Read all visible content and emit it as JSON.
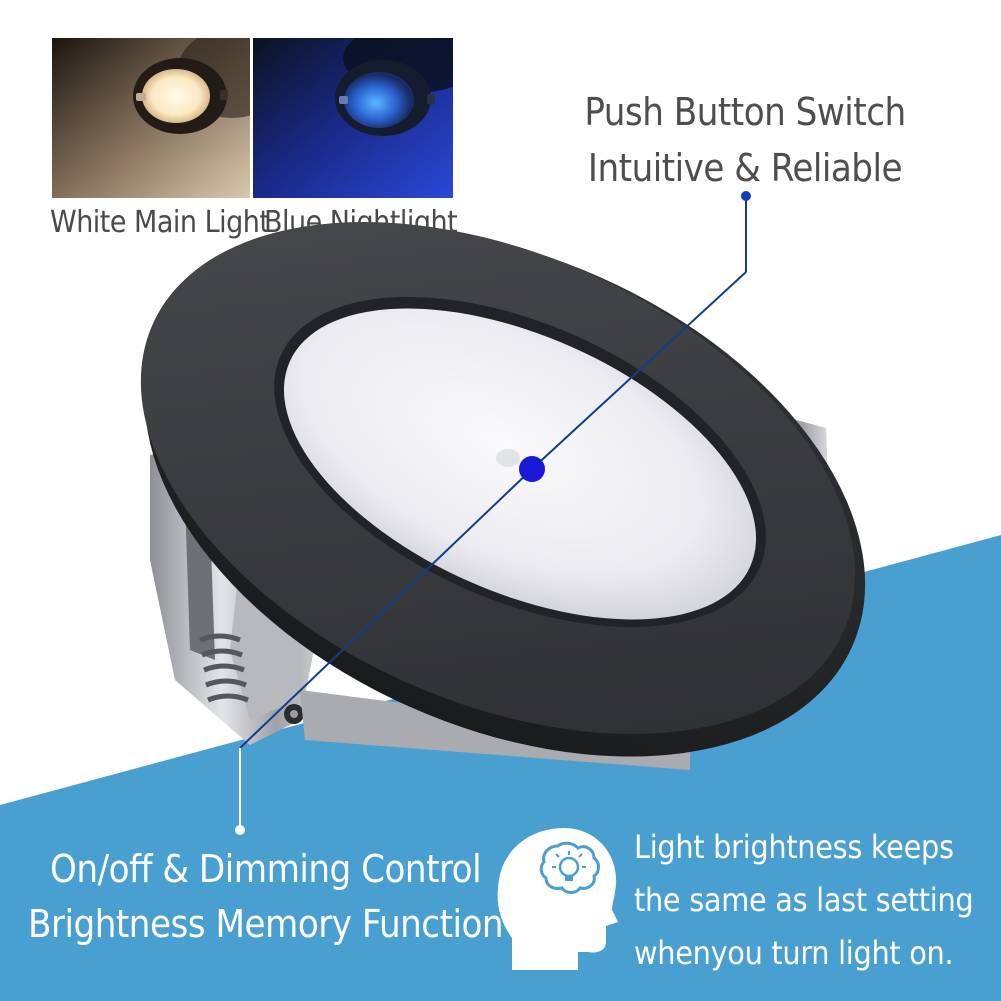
{
  "thumbnails": {
    "white_label": "White Main Light",
    "blue_label": "Blue Nightlight"
  },
  "callout_top": {
    "line1": "Push Button Switch",
    "line2": "Intuitive & Reliable"
  },
  "callout_bottom": {
    "line1": "On/off & Dimming Control",
    "line2": "Brightness Memory Function"
  },
  "memory_note": {
    "line1": "Light brightness keeps",
    "line2": "the same as last setting",
    "line3": "whenyou turn light on."
  },
  "colors": {
    "band_blue": "#4a9fd1",
    "text_gray": "#4e4e4e",
    "leader_blue": "#0f3f8c",
    "dot_blue": "#1a1ad6"
  },
  "icons": [
    "head-idea-icon"
  ]
}
